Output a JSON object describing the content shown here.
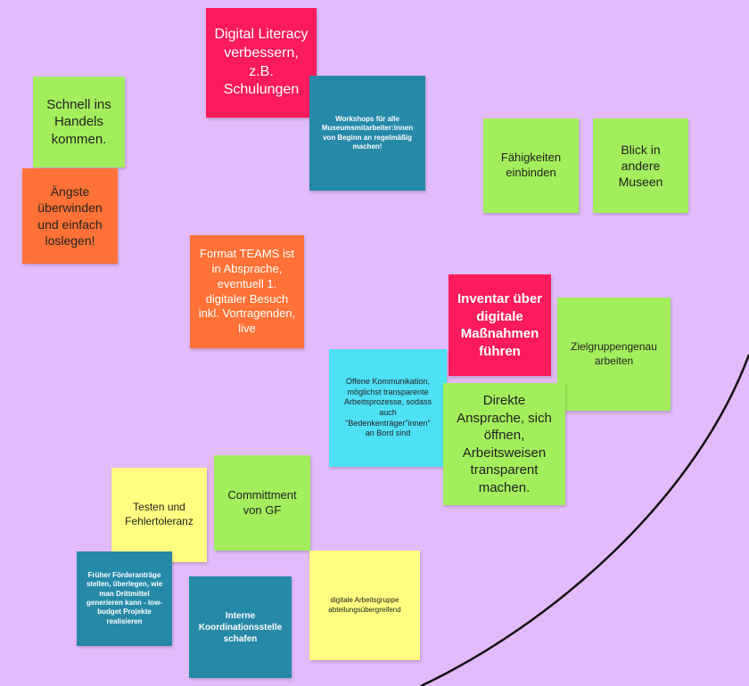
{
  "colors": {
    "background": "#e2bbfa",
    "pink": "#fb1a5b",
    "teal": "#2689a8",
    "green": "#a3ee5c",
    "orange": "#fe7237",
    "cyan": "#4ee0f4",
    "yellow": "#fffe80",
    "curve": "#111111"
  },
  "notes": [
    {
      "id": "digital-literacy",
      "text": "Digital Literacy verbessern, z.B. Schulungen"
    },
    {
      "id": "schnell-handel",
      "text": "Schnell ins Handels kommen."
    },
    {
      "id": "workshops",
      "text": "Workshops für alle Museumsmitarbeiter:innen von Beginn an regelmäßig machen!"
    },
    {
      "id": "aengste",
      "text": "Ängste überwinden und einfach loslegen!"
    },
    {
      "id": "faehigkeiten",
      "text": "Fähigkeiten einbinden"
    },
    {
      "id": "blick-museen",
      "text": "Blick in andere Museen"
    },
    {
      "id": "format-teams",
      "text": "Format TEAMS ist in Absprache, eventuell 1. digitaler Besuch inkl. Vortragenden, live"
    },
    {
      "id": "inventar",
      "text": "Inventar über digitale Maßnahmen führen"
    },
    {
      "id": "zielgruppen",
      "text": "Zielgruppengenau arbeiten"
    },
    {
      "id": "offene-kommunikation",
      "text": "Offene Kommunikation, möglichst transparente Arbeitsprozesse, sodass auch \"Bedenkenträger\"innen\" an Bord sind"
    },
    {
      "id": "direkte-ansprache",
      "text": "Direkte Ansprache, sich öffnen, Arbeitsweisen transparent machen."
    },
    {
      "id": "testen",
      "text": "Testen und Fehlertoleranz"
    },
    {
      "id": "committment",
      "text": "Committment von GF"
    },
    {
      "id": "foerderantraege",
      "text": "Früher Förderanträge stellen, überlegen, wie man Drittmittel generieren kann - low-budget Projekte realisieren"
    },
    {
      "id": "koordinationsstelle",
      "text": "Interne Koordinationsstelle schafen"
    },
    {
      "id": "arbeitsgruppe",
      "text": "digitale Arbeitsgruppe abteilungsübergreifend"
    }
  ]
}
